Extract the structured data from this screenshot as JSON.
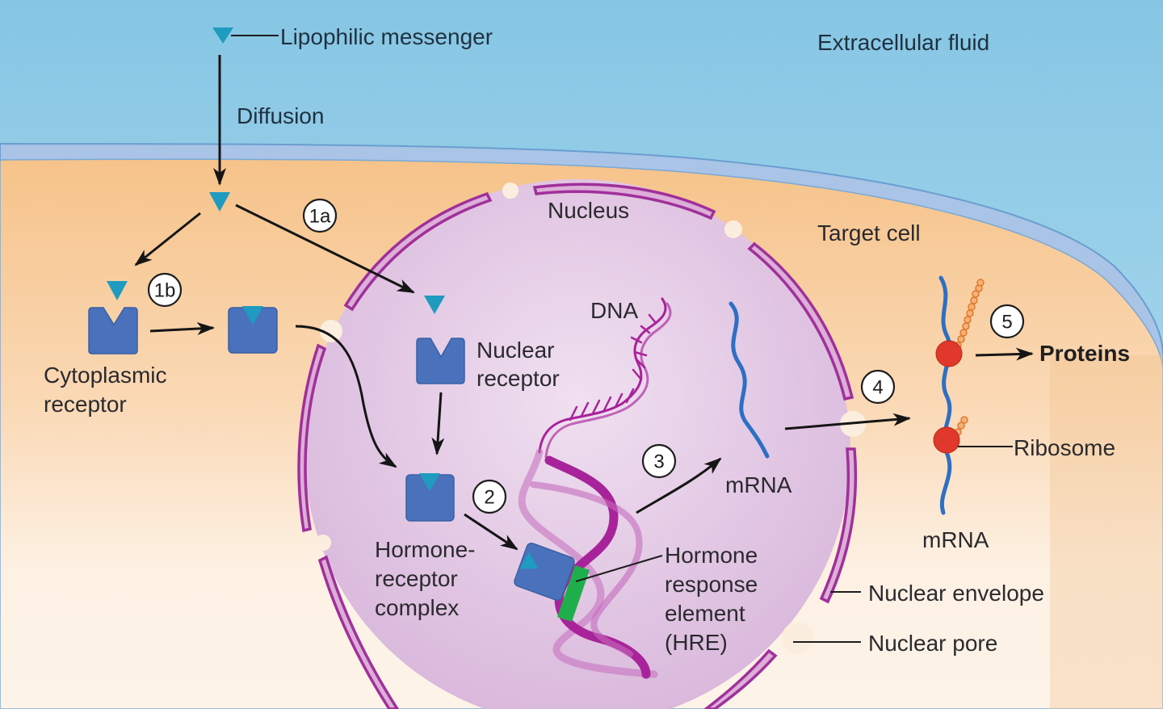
{
  "title": "Lipophilic messenger signaling via intracellular receptors",
  "colors": {
    "extracellular": "#8ccbe6",
    "membrane": "#a9c4e6",
    "cytoplasm_top": "#f6c890",
    "cytoplasm_bottom": "#fdf3e8",
    "nucleus": "#dec0e0",
    "nuclear_envelope": "#a0309a",
    "receptor": "#4a72bc",
    "hormone": "#1f9bbf",
    "dna": "#a8239a",
    "hre": "#1fae4c",
    "mrna": "#2d6fc4",
    "ribosome": "#e0382a",
    "protein_chain": "#ef8a3a"
  },
  "regions": {
    "extracellular": "Extracellular fluid",
    "cell": "Target cell",
    "nucleus": "Nucleus"
  },
  "labels": {
    "messenger": "Lipophilic messenger",
    "diffusion": "Diffusion",
    "cytoplasmic_receptor_line1": "Cytoplasmic",
    "cytoplasmic_receptor_line2": "receptor",
    "nuclear_receptor_line1": "Nuclear",
    "nuclear_receptor_line2": "receptor",
    "complex_line1": "Hormone-",
    "complex_line2": "receptor",
    "complex_line3": "complex",
    "dna": "DNA",
    "mrna_nucleus": "mRNA",
    "hre_line1": "Hormone",
    "hre_line2": "response",
    "hre_line3": "element",
    "hre_line4": "(HRE)",
    "proteins": "Proteins",
    "ribosome": "Ribosome",
    "mrna_cytoplasm": "mRNA",
    "nuclear_envelope": "Nuclear envelope",
    "nuclear_pore": "Nuclear pore"
  },
  "steps": [
    {
      "id": "1a",
      "label": "1a"
    },
    {
      "id": "1b",
      "label": "1b"
    },
    {
      "id": "2",
      "label": "2"
    },
    {
      "id": "3",
      "label": "3"
    },
    {
      "id": "4",
      "label": "4"
    },
    {
      "id": "5",
      "label": "5"
    }
  ]
}
